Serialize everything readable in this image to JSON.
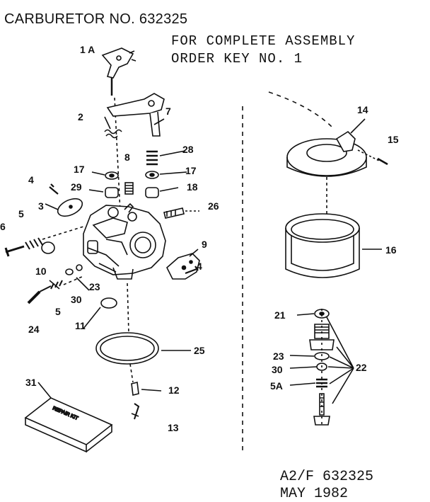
{
  "header": {
    "title": "CARBURETOR NO. 632325",
    "line1": "FOR COMPLETE ASSEMBLY",
    "line2": "ORDER KEY NO. 1"
  },
  "footer": {
    "line1": "A2/F 632325",
    "line2": "MAY 1982"
  },
  "kit_label": "REPAIR KIT",
  "labels": {
    "p1a": "1 A",
    "p2": "2",
    "p3": "3",
    "p4a": "4",
    "p4b": "4",
    "p5a": "5",
    "p5b": "5",
    "p5A": "5A",
    "p6": "6",
    "p7": "7",
    "p8": "8",
    "p9": "9",
    "p10": "10",
    "p11": "11",
    "p12": "12",
    "p13": "13",
    "p14": "14",
    "p15": "15",
    "p16": "16",
    "p17a": "17",
    "p17b": "17",
    "p18": "18",
    "p21": "21",
    "p22": "22",
    "p23a": "23",
    "p23b": "23",
    "p24": "24",
    "p25": "25",
    "p26": "26",
    "p28": "28",
    "p29": "29",
    "p30a": "30",
    "p30b": "30",
    "p31": "31"
  }
}
